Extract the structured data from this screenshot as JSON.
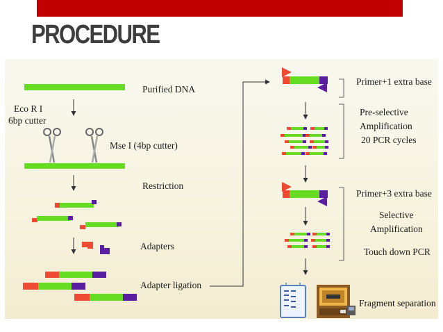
{
  "slide": {
    "title": "PROCEDURE",
    "accent_color": "#c00000"
  },
  "left_steps": {
    "purified_dna": "Purified DNA",
    "eco_line1": "Eco R I",
    "eco_line2": "6bp cutter",
    "mse": "Mse I (4bp cutter)",
    "restriction": "Restriction",
    "adapters": "Adapters",
    "adapter_ligation": "Adapter ligation"
  },
  "right_steps": {
    "primer1": "Primer+1 extra base",
    "preselective_line1": "Pre-selective",
    "preselective_line2": "Amplification",
    "preselective_line3": "20 PCR cycles",
    "primer3": "Primer+3 extra base",
    "selective_line1": "Selective",
    "selective_line2": "Amplification",
    "touchdown": "Touch down PCR",
    "fragment_separation": "Fragment separation"
  },
  "colors": {
    "dna": "#66dd22",
    "adapter_eco": "#ee4a33",
    "adapter_mse": "#5a1ea0",
    "arrow": "#333333"
  },
  "icons": [
    "scissors-icon",
    "gel-icon",
    "sequencer-icon"
  ]
}
